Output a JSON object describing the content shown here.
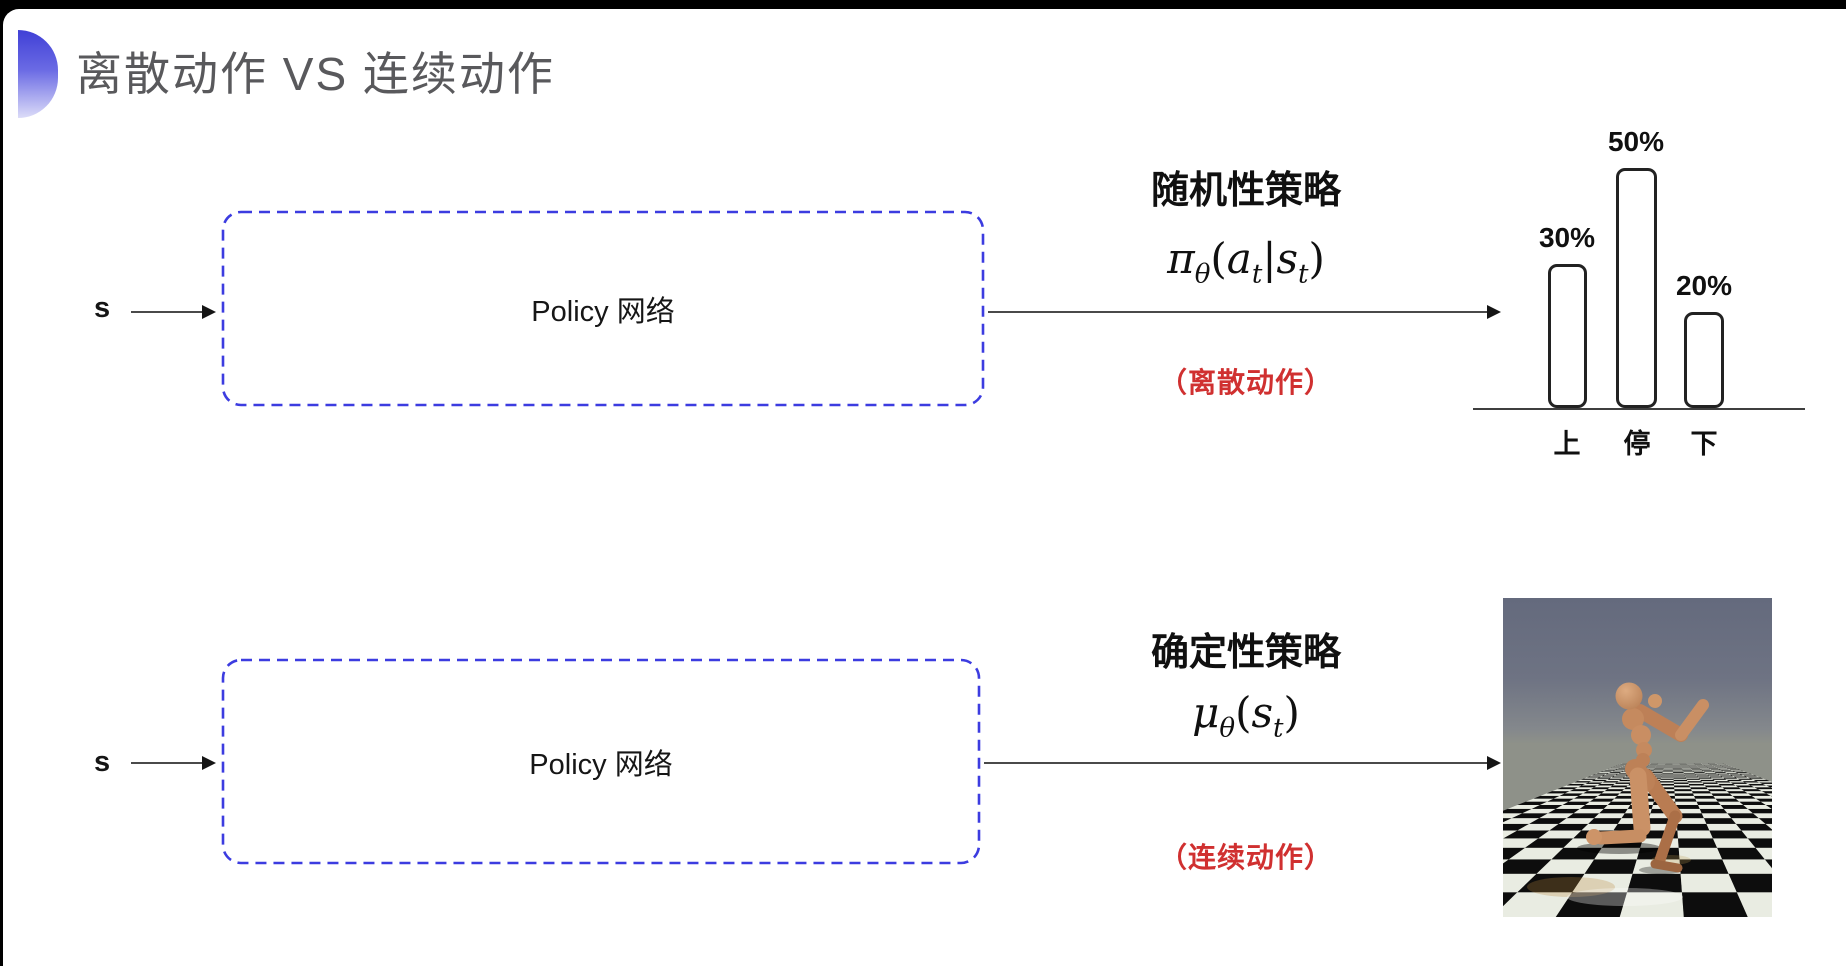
{
  "title": "离散动作 VS 连续动作",
  "top_flow": {
    "input_label": "s",
    "box_label": "Policy 网络",
    "policy_type_label": "随机性策略",
    "formula": {
      "sym": "π",
      "sym_sub": "θ",
      "open": "(",
      "arg1": "a",
      "arg1_sub": "t",
      "bar": "|",
      "arg2": "s",
      "arg2_sub": "t",
      "close": ")"
    },
    "action_note": "（离散动作）"
  },
  "bottom_flow": {
    "input_label": "s",
    "box_label": "Policy 网络",
    "policy_type_label": "确定性策略",
    "formula": {
      "sym": "μ",
      "sym_sub": "θ",
      "open": "(",
      "arg2": "s",
      "arg2_sub": "t",
      "close": ")"
    },
    "action_note": "（连续动作）"
  },
  "chart_data": {
    "type": "bar",
    "categories": [
      "上",
      "停",
      "下"
    ],
    "values": [
      30,
      50,
      20
    ],
    "value_labels": [
      "30%",
      "50%",
      "20%"
    ],
    "title": "",
    "xlabel": "",
    "ylabel": "",
    "ylim": [
      0,
      50
    ],
    "grid": false,
    "legend": false,
    "bar_style": "white fill, dark rounded outline"
  },
  "sim_image": {
    "label": "humanoid-robot-on-checkerboard-render"
  },
  "colors": {
    "dashed_box_blue": "#3c3ce0",
    "note_red": "#d03030",
    "title_gray": "#59595c",
    "deco_gradient_top": "#4040d6",
    "deco_gradient_bottom": "#dcdcf8",
    "sim_sky": "#6e7383",
    "checker_dark": "#0d0d0d",
    "checker_light": "#e9ece2"
  }
}
